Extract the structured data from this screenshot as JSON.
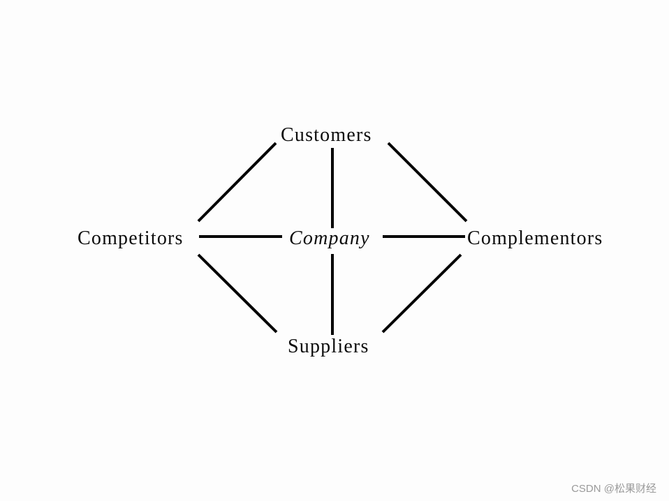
{
  "diagram": {
    "nodes": {
      "top": "Customers",
      "left": "Competitors",
      "center": "Company",
      "right": "Complementors",
      "bottom": "Suppliers"
    }
  },
  "watermark": "CSDN @松果财经"
}
